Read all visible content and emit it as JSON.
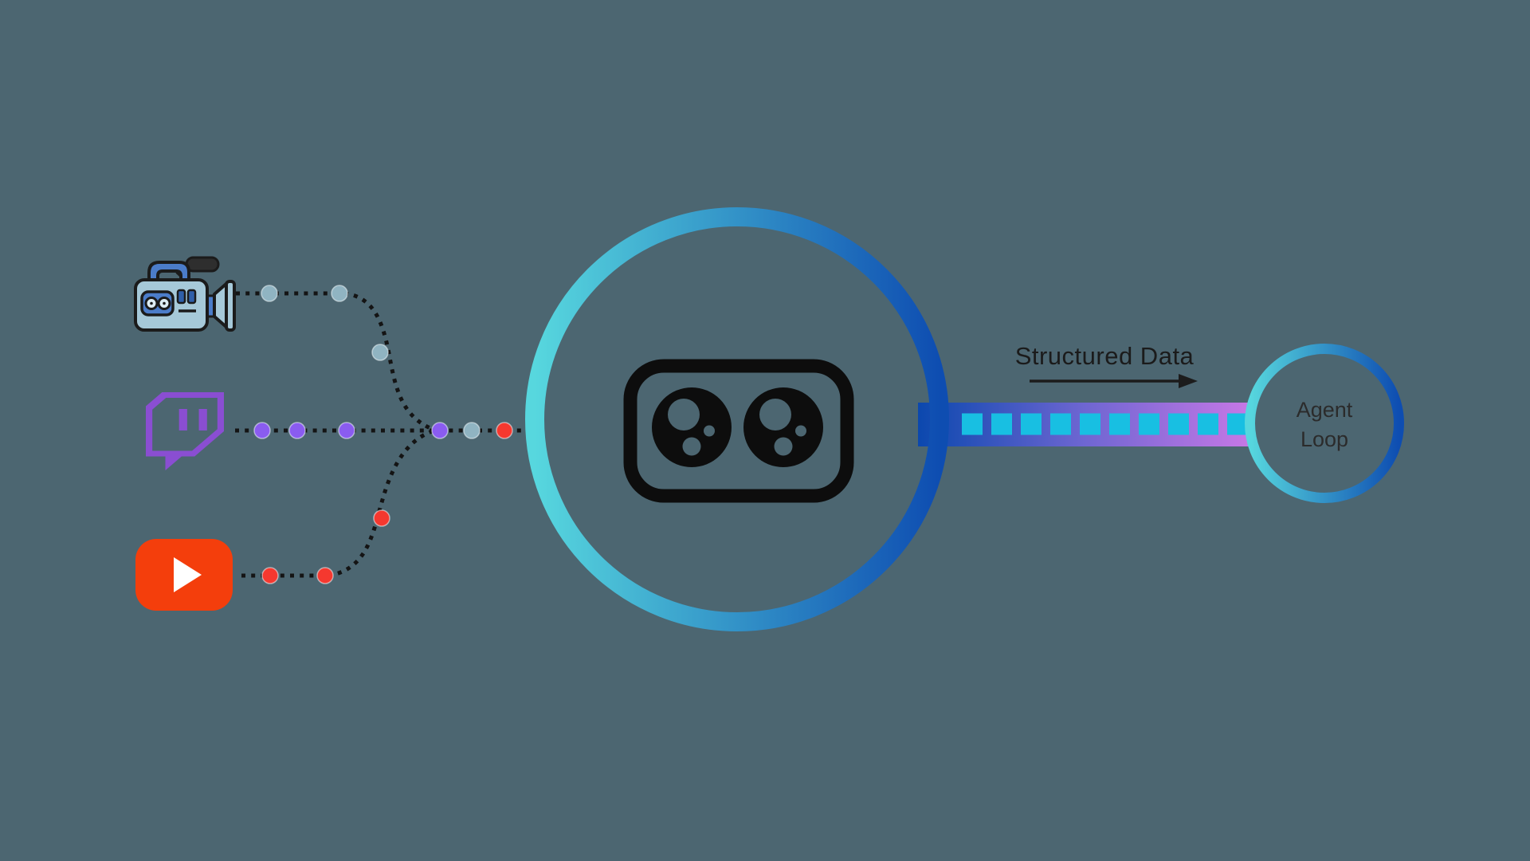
{
  "diagram": {
    "flow_label": "Structured Data",
    "agent": {
      "line1": "Agent",
      "line2": "Loop"
    },
    "sources": [
      {
        "icon": "video-camera-icon"
      },
      {
        "icon": "twitch-icon"
      },
      {
        "icon": "youtube-icon"
      }
    ],
    "processor_icon": "vision-goggles-icon",
    "colors": {
      "background": "#4C6671",
      "ring_gradient_start": "#57D7DE",
      "ring_gradient_end": "#0E4DB1",
      "pipe_gradient_start": "#0B48AE",
      "pipe_gradient_mid": "#6F66D2",
      "pipe_gradient_end": "#C878E6",
      "pipe_dash": "#18BFE2",
      "dot_blue": "#90B4C2",
      "dot_purple": "#8A5CF0",
      "dot_red": "#F5382F",
      "path_dash": "#141414",
      "twitch_purple": "#8A4ED2",
      "youtube_red": "#F43E0C",
      "camera_body": "#A6C9D9",
      "camera_accent": "#4B7CC9",
      "icon_outline": "#1B1B1B",
      "text_dark": "#1B1B1B",
      "agent_text": "#2B2B2B"
    }
  }
}
